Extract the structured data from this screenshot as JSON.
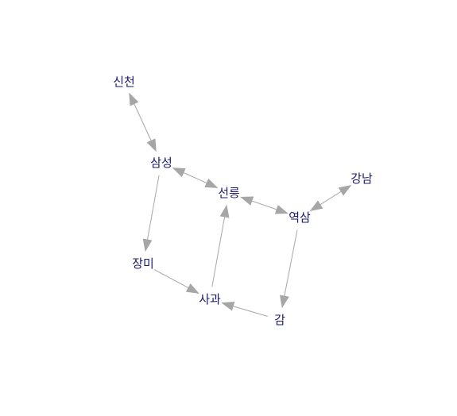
{
  "graph": {
    "edge_color": "#a6a6a6",
    "label_color": "#1a1a6e",
    "nodes": [
      {
        "id": "sinchon",
        "label": "신천"
      },
      {
        "id": "samseong",
        "label": "삼성"
      },
      {
        "id": "seolleung",
        "label": "선릉"
      },
      {
        "id": "yeoksam",
        "label": "역삼"
      },
      {
        "id": "gangnam",
        "label": "강남"
      },
      {
        "id": "jangmi",
        "label": "장미"
      },
      {
        "id": "sagwa",
        "label": "사과"
      },
      {
        "id": "gam",
        "label": "감"
      }
    ],
    "edges": [
      {
        "from": "sinchon",
        "to": "samseong",
        "direction": "both"
      },
      {
        "from": "samseong",
        "to": "seolleung",
        "direction": "both"
      },
      {
        "from": "seolleung",
        "to": "yeoksam",
        "direction": "both"
      },
      {
        "from": "yeoksam",
        "to": "gangnam",
        "direction": "both"
      },
      {
        "from": "samseong",
        "to": "jangmi",
        "direction": "forward"
      },
      {
        "from": "jangmi",
        "to": "sagwa",
        "direction": "forward"
      },
      {
        "from": "sagwa",
        "to": "seolleung",
        "direction": "forward"
      },
      {
        "from": "yeoksam",
        "to": "gam",
        "direction": "forward"
      },
      {
        "from": "gam",
        "to": "sagwa",
        "direction": "forward"
      }
    ]
  }
}
